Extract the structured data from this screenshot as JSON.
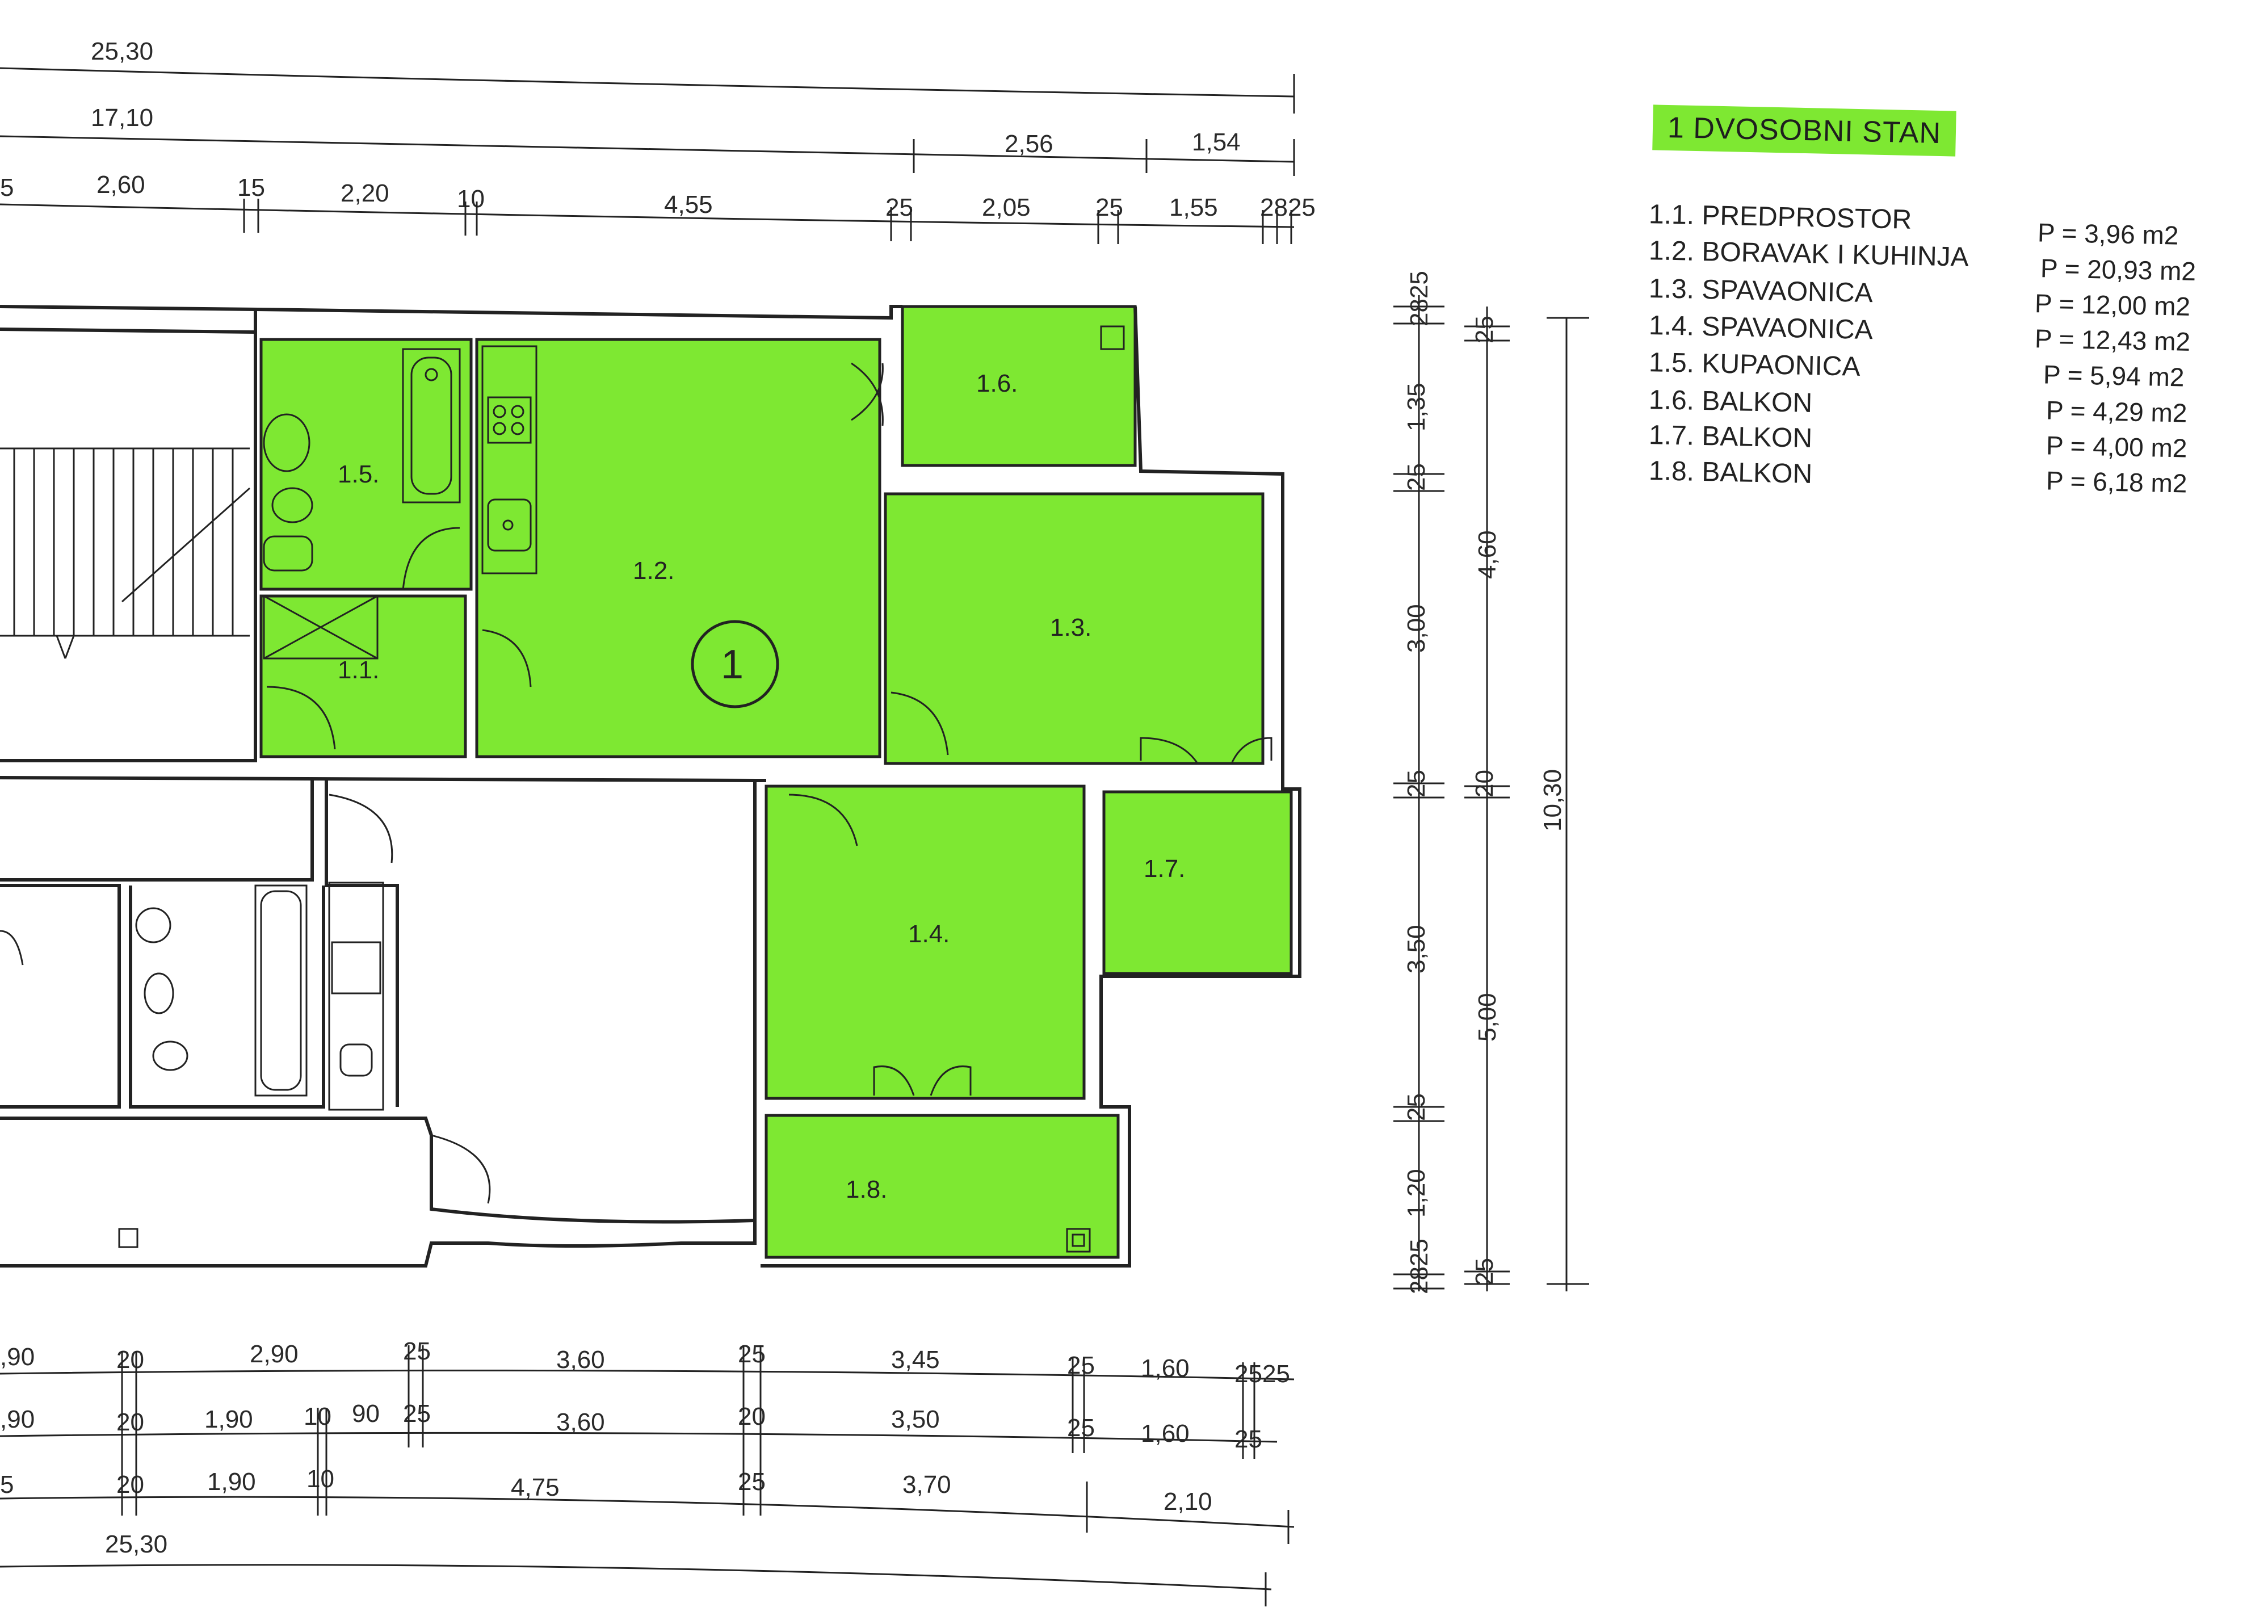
{
  "plan": {
    "top_dims": {
      "row1_total": "25,30",
      "row2_total": "17,10",
      "row2_a": "2,56",
      "row2_b": "1,54",
      "row3": [
        "5",
        "2,60",
        "15",
        "2,20",
        "10",
        "4,55",
        "25",
        "2,05",
        "25",
        "1,55",
        "2825"
      ]
    },
    "bottom_dims": {
      "row1": [
        ",90",
        "20",
        "2,90",
        "25",
        "3,60",
        "25",
        "3,45",
        "25",
        "1,60",
        "2525"
      ],
      "row2": [
        ",90",
        "20",
        "1,90",
        "10",
        "90",
        "25",
        "3,60",
        "20",
        "3,50",
        "25",
        "1,60",
        "25"
      ],
      "row3": [
        "5",
        "20",
        "1,90",
        "10",
        "4,75",
        "25",
        "3,70",
        "2,10"
      ],
      "row4_total": "25,30"
    },
    "right_dims": {
      "col1": [
        "2825",
        "1,35",
        "25",
        "3,00",
        "25",
        "3,50",
        "25",
        "1,20",
        "2825"
      ],
      "col2": [
        "25",
        "4,60",
        "20",
        "5,00",
        "25"
      ],
      "col3": [
        "10,30"
      ]
    },
    "rooms": {
      "r11": "1.1.",
      "r12": "1.2.",
      "r13": "1.3.",
      "r14": "1.4.",
      "r15": "1.5.",
      "r16": "1.6.",
      "r17": "1.7.",
      "r18": "1.8.",
      "unit_marker": "1"
    },
    "colors": {
      "highlight": "#7ee832",
      "line": "#222222"
    }
  },
  "legend": {
    "title": "1 DVOSOBNI STAN",
    "items": [
      {
        "code": "1.1.",
        "name": "PREDPROSTOR",
        "area": "P = 3,96 m2"
      },
      {
        "code": "1.2.",
        "name": "BORAVAK I KUHINJA",
        "area": "P = 20,93 m2"
      },
      {
        "code": "1.3.",
        "name": "SPAVAONICA",
        "area": "P = 12,00 m2"
      },
      {
        "code": "1.4.",
        "name": "SPAVAONICA",
        "area": "P = 12,43 m2"
      },
      {
        "code": "1.5.",
        "name": "KUPAONICA",
        "area": "P = 5,94 m2"
      },
      {
        "code": "1.6.",
        "name": "BALKON",
        "area": "P = 4,29 m2"
      },
      {
        "code": "1.7.",
        "name": "BALKON",
        "area": "P = 4,00 m2"
      },
      {
        "code": "1.8.",
        "name": "BALKON",
        "area": "P = 6,18 m2"
      }
    ]
  }
}
